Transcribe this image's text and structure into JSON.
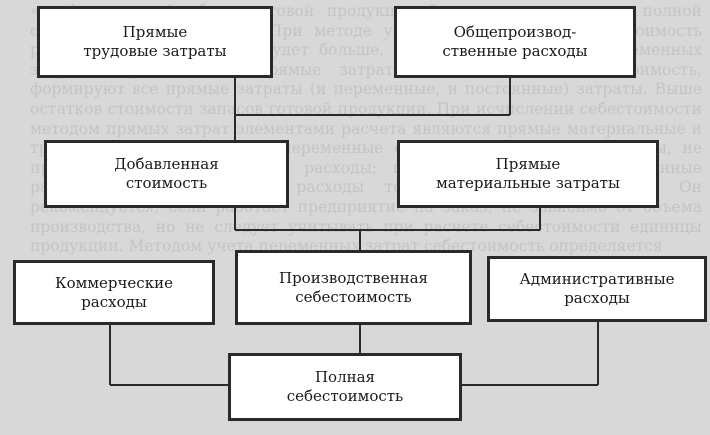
{
  "background_text": "«... фактический объем готовой продукции будет реализован ... в полной себестоимости продукции. При методе учета прямых затрат себестоимость реализованной продукции будет больше, чем при методе учета переменных затрат. Переменные и прямые затраты, включаемые в себестоимость, формируют все прямые затраты (и переменные, и постоянные) затраты. Выше остатков стоимости запасов готовой продукции. При исчислении себестоимости методом прямых затрат элементами расчета являются прямые материальные и трудовые затраты, а также переменные общепроизводственные затраты, не производственные накладные расходы; постоянные общепроизводственные расходы списываются как расходы текущего отчетного периода. Он рекомендуется, если работает предприятие на заказ, не зависимо от объема производства, но не следует учитывать при расчете себестоимости единицы продукции. Методом учета переменных затрат себестоимость определяется",
  "diagram": {
    "boxes": {
      "direct_labor": "Прямые\nтрудовые затраты",
      "overhead": "Общепроизвод-\nственные расходы",
      "value_added": "Добавленная\nстоимость",
      "direct_material": "Прямые\nматериальные затраты",
      "commercial": "Коммерческие\nрасходы",
      "production_cost": "Производственная\nсебестоимость",
      "administrative": "Административные\nрасходы",
      "full_cost": "Полная\nсебестоимость"
    }
  },
  "colors": {
    "background": "#d8d8d8",
    "box_fill": "#ffffff",
    "border": "#2a2a2a",
    "faded_text": "#c4c4c4"
  }
}
